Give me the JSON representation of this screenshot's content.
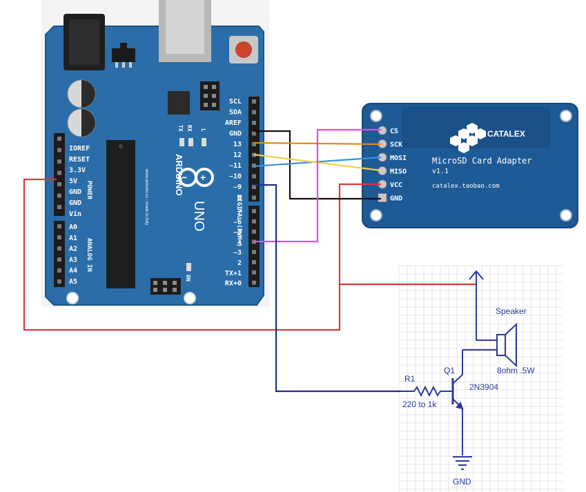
{
  "arduino": {
    "header_right_labels": [
      "SCL",
      "SDA",
      "AREF",
      "GND",
      "13",
      "12",
      "~11",
      "~10",
      "~9",
      "8"
    ],
    "header_right_lower_labels": [
      "7",
      "~6",
      "~5",
      "4",
      "~3",
      "2",
      "TX+1",
      "RX+0"
    ],
    "digital_label": "DIGITAL (PWM~)",
    "power_labels": [
      "IOREF",
      "RESET",
      "3.3V",
      "5V",
      "GND",
      "GND",
      "Vin"
    ],
    "power_title": "POWER",
    "analog_labels": [
      "A0",
      "A1",
      "A2",
      "A3",
      "A4",
      "A5"
    ],
    "analog_title": "ANALOG IN",
    "brand": "ARDUINO",
    "model": "UNO",
    "url_text": "www.arduino.cc - made in Italy",
    "tx_label": "TX",
    "rx_label": "RX",
    "l_label": "L",
    "on_label": "ON"
  },
  "sd_module": {
    "pins": [
      "CS",
      "SCK",
      "MOSI",
      "MISO",
      "VCC",
      "GND"
    ],
    "brand": "CATALEX",
    "title": "MicroSD Card Adapter",
    "version": "v1.1",
    "url": "catalex.taobao.com"
  },
  "schematic": {
    "speaker_label": "Speaker",
    "speaker_spec": "8ohm .5W",
    "transistor_ref": "Q1",
    "transistor_part": "2N3904",
    "resistor_ref": "R1",
    "resistor_value": "220 to 1k",
    "ground_label": "GND"
  },
  "colors": {
    "board_blue": "#2a6da8",
    "board_blue_dark": "#1f5488",
    "wire_red": "#d93a3a",
    "wire_black": "#1a0b12",
    "wire_orange": "#e08a1e",
    "wire_blue": "#3a8fd8",
    "wire_yellow": "#f0d050",
    "wire_magenta": "#e04bd8",
    "wire_navy": "#1a2f8a",
    "schematic_blue": "#2a3a9a"
  }
}
